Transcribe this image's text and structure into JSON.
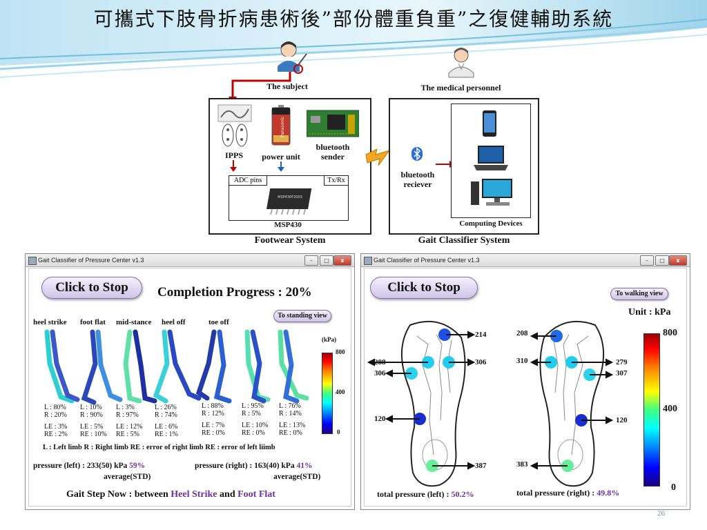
{
  "slide": {
    "title": "可攜式下肢骨折病患術後”部份體重負重”之復健輔助系統",
    "page_number": "26"
  },
  "diagram": {
    "subject_label": "The subject",
    "medical_label": "The medical personnel",
    "ipps_label": "IPPS",
    "power_label": "power unit",
    "bt_sender_label": "bluetooth sender",
    "adc_label": "ADC pins",
    "txrx_label": "Tx/Rx",
    "msp_label": "MSP430",
    "bt_receiver_label": "bluetooth reciever",
    "computing_label": "Computing Devices",
    "footwear_caption": "Footwear System",
    "gait_caption": "Gait Classifier System",
    "battery_brand": "Panasonic",
    "chip_text": "MSP430F2003"
  },
  "left_window": {
    "title": "Gait Classifier of Pressure Center v1.3",
    "stop_label": "Click to Stop",
    "progress_label": "Completion Progress : 20%",
    "standing_btn": "To standing view",
    "phases": [
      "heel strike",
      "foot flat",
      "mid-stance",
      "heel off",
      "toe off"
    ],
    "scale_unit": "(kPa)",
    "scale_max": "800",
    "scale_mid": "400",
    "scale_min": "0",
    "stats": [
      {
        "l": "L  : 80%",
        "r": "R  : 20%",
        "le": "LE : 3%",
        "re": "RE : 2%"
      },
      {
        "l": "L  : 10%",
        "r": "R  : 90%",
        "le": "LE : 5%",
        "re": "RE : 10%"
      },
      {
        "l": "L  : 3%",
        "r": "R  : 97%",
        "le": "LE : 12%",
        "re": "RE : 5%"
      },
      {
        "l": "L  : 26%",
        "r": "R  : 74%",
        "le": "LE : 6%",
        "re": "RE : 1%"
      },
      {
        "l": "L  : 88%",
        "r": "R  : 12%",
        "le": "LE : 7%",
        "re": "RE : 0%"
      },
      {
        "l": "L  : 95%",
        "r": "R  : 5%",
        "le": "LE : 10%",
        "re": "RE : 0%"
      },
      {
        "l": "L  : 76%",
        "r": "R  : 14%",
        "le": "LE : 13%",
        "re": "RE : 0%"
      }
    ],
    "legend": "L : Left limb   R : Right limb   RE : error  of right limb  RE : error  of left liimb",
    "pressure_left_prefix": "pressure (left) : 233(50) kPa ",
    "pressure_left_pct": "59%",
    "pressure_right_prefix": "pressure (right) : 163(40) kPa ",
    "pressure_right_pct": "41%",
    "avg_std": "average(STD)",
    "gait_prefix": "Gait Step Now : between ",
    "gait_phase1": "Heel Strike",
    "gait_and": " and ",
    "gait_phase2": "Foot Flat"
  },
  "right_window": {
    "title": "Gait Classifier of Pressure Center v1.3",
    "stop_label": "Click to Stop",
    "walking_btn": "To walking view",
    "unit_label": "Unit : kPa",
    "scale_max": "800",
    "scale_mid": "400",
    "scale_min": "0",
    "left_foot_values": {
      "toe": "214",
      "m1": "288",
      "m2": "306",
      "m3": "306",
      "mid": "120",
      "heel": "387"
    },
    "right_foot_values": {
      "toe": "208",
      "m1": "310",
      "m2": "279",
      "m3": "307",
      "mid": "120",
      "heel": "383"
    },
    "total_left_prefix": "total pressure (left) : ",
    "total_left_pct": "50.2%",
    "total_right_prefix": "total pressure (right) : ",
    "total_right_pct": "49.8%"
  },
  "colors": {
    "accent_purple": "#7030a0",
    "arrow_red": "#c00000",
    "arrow_blue": "#1f5fbf"
  }
}
